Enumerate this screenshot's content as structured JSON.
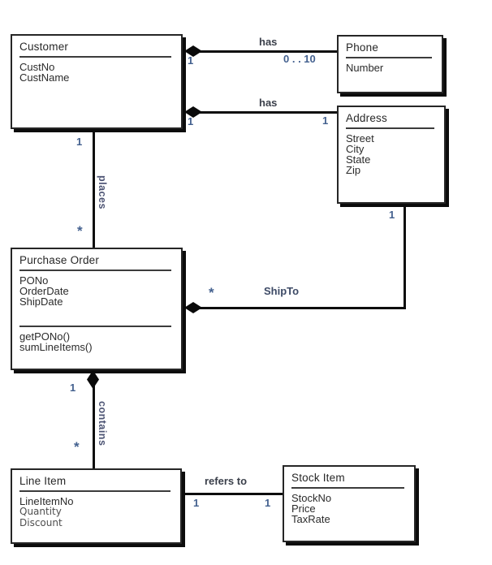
{
  "diagram": {
    "type": "uml-class-diagram",
    "background_color": "#ffffff",
    "line_color": "#0d0d0d",
    "multiplicity_color": "#44618f",
    "classes": {
      "customer": {
        "title": "Customer",
        "attributes": [
          "CustNo",
          "CustName"
        ]
      },
      "phone": {
        "title": "Phone",
        "attributes": [
          "Number"
        ]
      },
      "address": {
        "title": "Address",
        "attributes": [
          "Street",
          "City",
          "State",
          "Zip"
        ]
      },
      "purchase_order": {
        "title": "Purchase Order",
        "attributes": [
          "PONo",
          "OrderDate",
          "ShipDate"
        ],
        "methods": [
          "getPONo()",
          "sumLineItems()"
        ]
      },
      "line_item": {
        "title": "Line Item",
        "attributes": [
          "LineItemNo",
          "Quantity",
          "Discount"
        ]
      },
      "stock_item": {
        "title": "Stock Item",
        "attributes": [
          "StockNo",
          "Price",
          "TaxRate"
        ]
      }
    },
    "associations": {
      "has_phone": {
        "label": "has",
        "mult_customer": "1",
        "mult_phone": "0 . . 10"
      },
      "has_address": {
        "label": "has",
        "mult_customer": "1",
        "mult_address": "1"
      },
      "places": {
        "label": "places",
        "mult_customer": "1",
        "mult_order": "*"
      },
      "ship_to": {
        "label": "ShipTo",
        "mult_order": "*",
        "mult_address": "1"
      },
      "contains": {
        "label": "contains",
        "mult_order": "1",
        "mult_line_item": "*"
      },
      "refers_to": {
        "label": "refers to",
        "mult_line_item": "1",
        "mult_stock_item": "1"
      }
    }
  }
}
